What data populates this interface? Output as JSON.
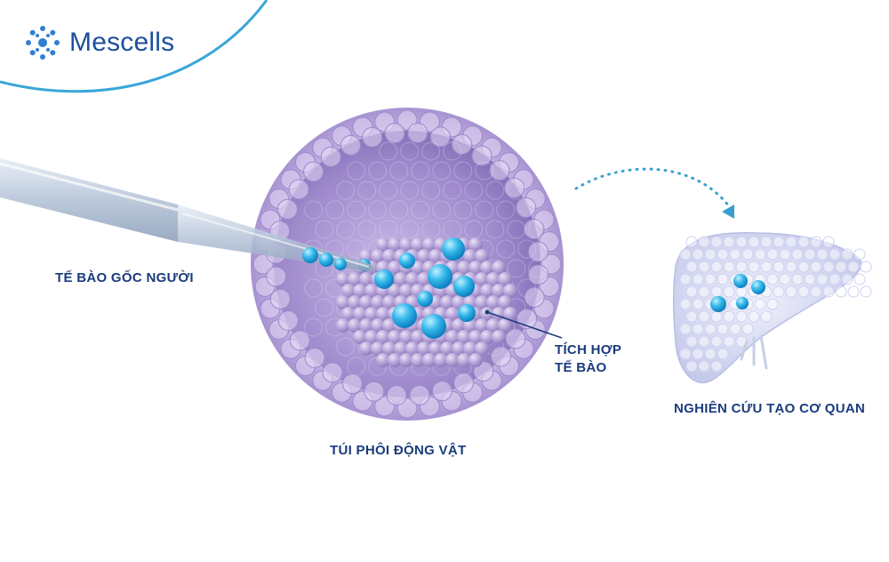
{
  "brand": {
    "name": "Mescells",
    "logo_icon": "cell-cluster-logo-icon",
    "color": "#1b4f9c"
  },
  "labels": {
    "human_stem_cells": "TẾ BÀO GỐC NGƯỜI",
    "cell_integration_line1": "TÍCH HỢP",
    "cell_integration_line2": "TẾ BÀO",
    "animal_blastocyst": "TÚI PHÔI ĐỘNG VẬT",
    "organ_research": "NGHIÊN CỨU TẠO CƠ QUAN"
  },
  "colors": {
    "label_text": "#1a3b7d",
    "stem_cell": "#2fb6e6",
    "embryo_cell": "#b8a4d8",
    "arrow": "#3a9fd0",
    "top_arc": "#3aa6d8"
  },
  "icons": [
    "pipette-icon",
    "blastocyst-icon",
    "liver-icon",
    "dotted-arrow-icon"
  ]
}
